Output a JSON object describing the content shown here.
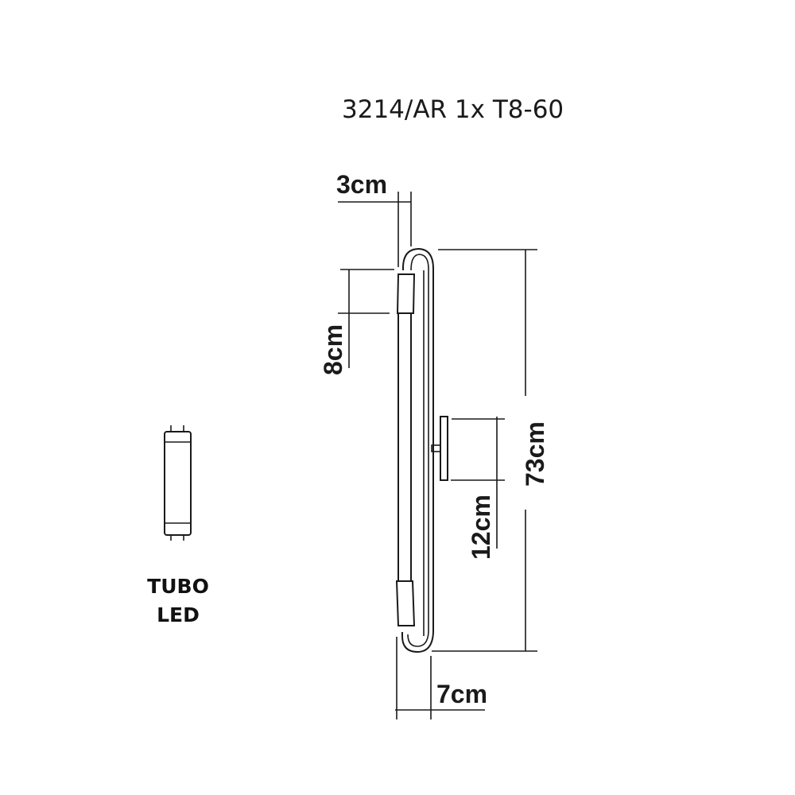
{
  "title": "3214/AR 1x T8-60",
  "dimensions": {
    "depth_top": "3cm",
    "end_cap": "8cm",
    "height": "73cm",
    "mount": "12cm",
    "width": "7cm"
  },
  "legend": {
    "line1": "TUBO",
    "line2": "LED"
  },
  "colors": {
    "line": "#1a1a1a",
    "background": "#ffffff"
  }
}
